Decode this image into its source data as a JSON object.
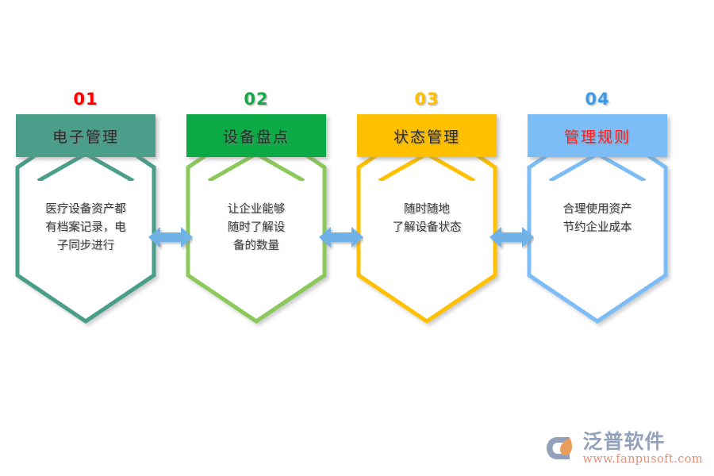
{
  "diagram": {
    "type": "process-flow",
    "background_color": "#ffffff",
    "arrow_color": "#6FB2E8",
    "steps": [
      {
        "number": "01",
        "number_color": "#FF0000",
        "header_label": "电子管理",
        "header_color": "#4A9E8A",
        "header_text_color": "#2b2b2b",
        "hex_border_color": "#4A9E8A",
        "body_text": "医疗设备资产都\n有档案记录，电\n子同步进行"
      },
      {
        "number": "02",
        "number_color": "#14A84A",
        "header_label": "设备盘点",
        "header_color": "#0CAA46",
        "header_text_color": "#2b2b2b",
        "hex_border_color": "#8BC95A",
        "body_text": "让企业能够\n随时了解设\n备的数量"
      },
      {
        "number": "03",
        "number_color": "#FFC000",
        "header_label": "状态管理",
        "header_color": "#FFC000",
        "header_text_color": "#2b2b2b",
        "hex_border_color": "#FFC000",
        "body_text": "随时随地\n了解设备状态"
      },
      {
        "number": "04",
        "number_color": "#3C9BE8",
        "header_label": "管理规则",
        "header_color": "#7CBDF7",
        "header_text_color": "#FF2020",
        "hex_border_color": "#7CBDF7",
        "body_text": "合理使用资产\n节约企业成本"
      }
    ],
    "connectors": [
      {
        "from": "01",
        "to": "02",
        "style": "double-headed-arrow"
      },
      {
        "from": "02",
        "to": "03",
        "style": "double-headed-arrow"
      },
      {
        "from": "03",
        "to": "04",
        "style": "double-headed-arrow"
      }
    ]
  },
  "watermark": {
    "brand": "泛普软件",
    "url": "www.fanpusoft.com",
    "brand_color": "#8b9ab5",
    "url_color": "#e2866b",
    "logo_icon": "fanpu-logo-icon"
  }
}
